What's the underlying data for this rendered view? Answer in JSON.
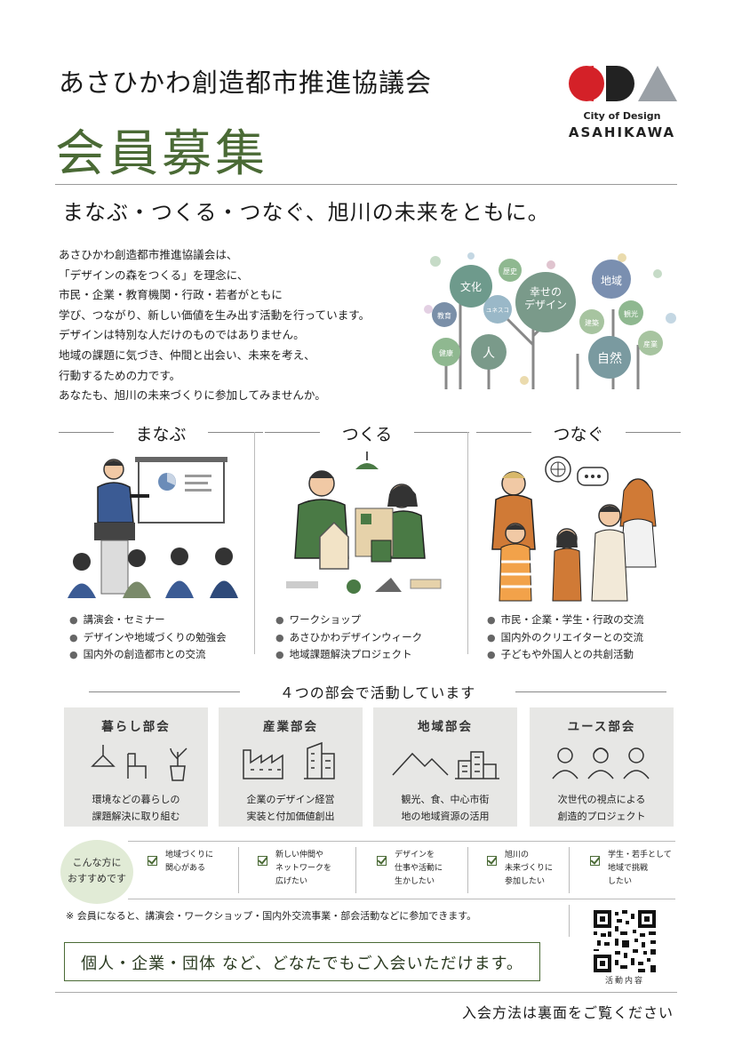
{
  "header": {
    "org_title": "あさひかわ創造都市推進協議会",
    "main_title": "会員募集",
    "logo_line1": "City of Design",
    "logo_line2": "ASAHIKAWA",
    "tagline": "まなぶ・つくる・つなぐ、旭川の未来をともに。",
    "colors": {
      "accent": "#4a6a35",
      "logo_red": "#d42128",
      "logo_black": "#222222",
      "logo_gray": "#9aa0a6"
    }
  },
  "intro": {
    "lines": [
      "あさひかわ創造都市推進協議会は、",
      "「デザインの森をつくる」を理念に、",
      "市民・企業・教育機関・行政・若者がともに",
      "学び、つながり、新しい価値を生み出す活動を行っています。",
      "デザインは特別な人だけのものではありません。",
      "地域の課題に気づき、仲間と出会い、未来を考え、",
      "行動するための力です。",
      "あなたも、旭川の未来づくりに参加してみませんか。"
    ]
  },
  "tree_labels": {
    "bunka": "文化",
    "rekishi": "歴史",
    "kyoiku": "教育",
    "unesco": "ユネスコ",
    "shiawase": "幸せの\nデザイン",
    "chiiki": "地域",
    "kankou": "観光",
    "kenkou": "健康",
    "hito": "人",
    "shizen": "自然",
    "sangyo": "産業",
    "kenchiku": "建築"
  },
  "columns": [
    {
      "title": "まなぶ",
      "items": [
        "講演会・セミナー",
        "デザインや地域づくりの勉強会",
        "国内外の創造都市との交流"
      ]
    },
    {
      "title": "つくる",
      "items": [
        "ワークショップ",
        "あさひかわデザインウィーク",
        "地域課題解決プロジェクト"
      ]
    },
    {
      "title": "つなぐ",
      "items": [
        "市民・企業・学生・行政の交流",
        "国内外のクリエイターとの交流",
        "子どもや外国人との共創活動"
      ]
    }
  ],
  "bukai": {
    "heading": "４つの部会で活動しています",
    "cards": [
      {
        "title": "暮らし部会",
        "desc1": "環境などの暮らしの",
        "desc2": "課題解決に取り組む"
      },
      {
        "title": "産業部会",
        "desc1": "企業のデザイン経営",
        "desc2": "実装と付加価値創出"
      },
      {
        "title": "地域部会",
        "desc1": "観光、食、中心市街",
        "desc2": "地の地域資源の活用"
      },
      {
        "title": "ユース部会",
        "desc1": "次世代の視点による",
        "desc2": "創造的プロジェクト"
      }
    ]
  },
  "recommend": {
    "label1": "こんな方に",
    "label2": "おすすめです",
    "items": [
      {
        "line1": "地域づくりに",
        "line2": "関心がある",
        "line3": ""
      },
      {
        "line1": "新しい仲間や",
        "line2": "ネットワークを",
        "line3": "広げたい"
      },
      {
        "line1": "デザインを",
        "line2": "仕事や活動に",
        "line3": "生かしたい"
      },
      {
        "line1": "旭川の",
        "line2": "未来づくりに",
        "line3": "参加したい"
      },
      {
        "line1": "学生・若手として",
        "line2": "地域で挑戦",
        "line3": "したい"
      }
    ]
  },
  "footer": {
    "note": "※ 会員になると、講演会・ワークショップ・国内外交流事業・部会活動などに参加できます。",
    "join": "個人・企業・団体 など、どなたでもご入会いただけます。",
    "qr_label": "活動内容",
    "how_to_join": "入会方法は裏面をご覧ください"
  }
}
